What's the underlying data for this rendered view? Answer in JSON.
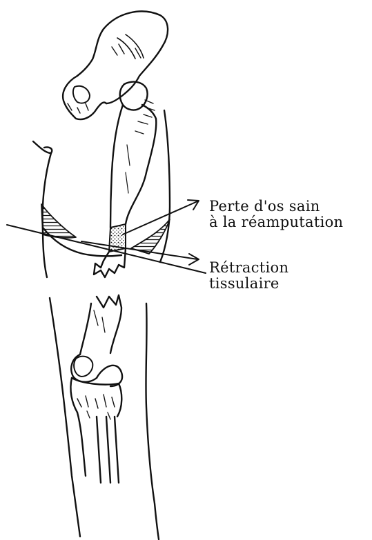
{
  "annotations": {
    "bone_loss": {
      "line1": "Perte d'os sain",
      "line2": "à la réamputation"
    },
    "tissue_retraction": {
      "line1": "Rétraction",
      "line2": "tissulaire"
    }
  },
  "colors": {
    "ink": "#111111",
    "background": "#ffffff"
  }
}
